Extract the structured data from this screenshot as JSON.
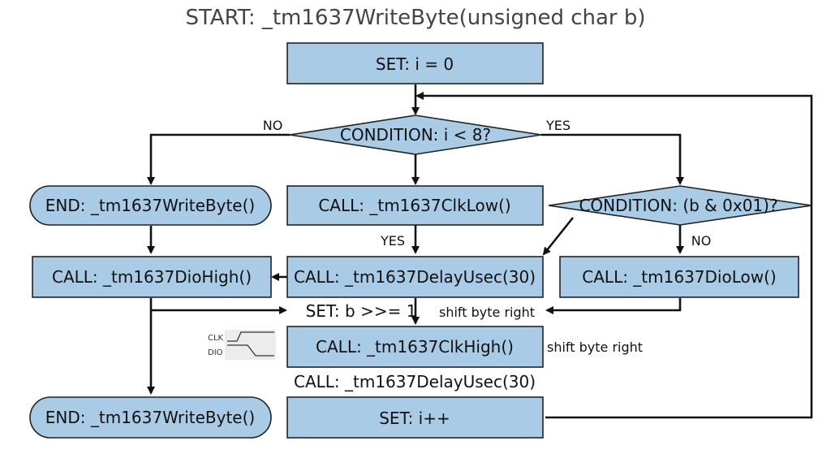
{
  "title": "START: _tm1637WriteByte(unsigned char b)",
  "nodes": {
    "set_i_0": "SET: i = 0",
    "cond_i_lt_8": "CONDITION: i < 8?",
    "end_top": "END: _tm1637WriteByte()",
    "call_clk_low": "CALL: _tm1637ClkLow()",
    "cond_b_and_1": "CONDITION: (b & 0x01)?",
    "call_dio_high": "CALL: _tm1637DioHigh()",
    "call_delay_1": "CALL: _tm1637DelayUsec(30)",
    "call_dio_low": "CALL: _tm1637DioLow()",
    "set_b_shift": "SET: b >>= 1",
    "call_clk_high": "CALL: _tm1637ClkHigh()",
    "call_delay_2": "CALL: _tm1637DelayUsec(30)",
    "end_bottom": "END: _tm1637WriteByte()",
    "set_i_inc": "SET: i++"
  },
  "labels": {
    "no_left": "NO",
    "yes_right": "YES",
    "yes_mid": "YES",
    "no_right": "NO",
    "shift_note_1": "shift byte right",
    "shift_note_2": "shift byte right"
  },
  "timing": {
    "clk": "CLK",
    "dio": "DIO"
  },
  "colors": {
    "box_fill": "#a9cbe6",
    "stroke": "#111111"
  }
}
